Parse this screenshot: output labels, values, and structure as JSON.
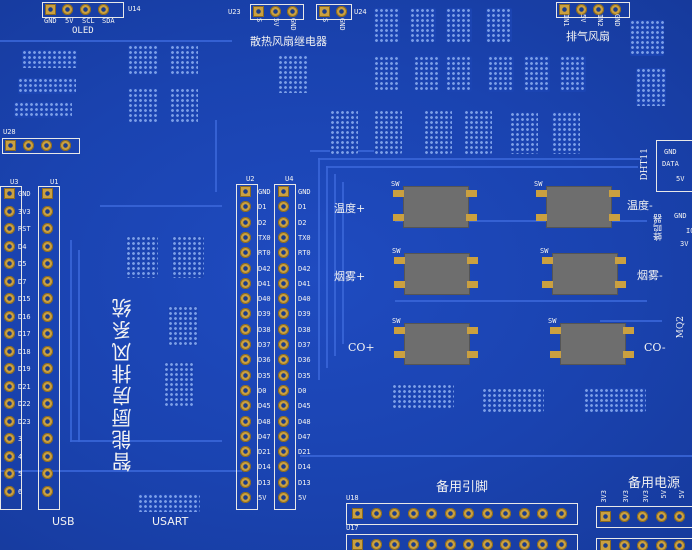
{
  "board": {
    "background": "#1a43b0",
    "silkscreen_color": "#f2f2f2",
    "pad_color": "#caa040",
    "switch_color": "#6e6e6e"
  },
  "labels": {
    "u14": "U14",
    "u14_pins": [
      "GND",
      "5V",
      "SCL",
      "SDA"
    ],
    "oled": "OLED",
    "u23": "U23",
    "u23_pins": [
      "S",
      "5V",
      "GND"
    ],
    "u24": "U24",
    "u24_pins": [
      "S",
      "GND"
    ],
    "fan_relay": "散热风扇继电器",
    "exhaust_fan": "排气风扇",
    "exhaust_pins": [
      "IN1",
      "5V",
      "IN2",
      "GND"
    ],
    "u28": "U28",
    "u3": "U3",
    "u1": "U1",
    "u2": "U2",
    "u4": "U4",
    "left_header_pins": [
      "GND",
      "3V3",
      "RST",
      "D4",
      "D5",
      "D7",
      "D15",
      "D16",
      "D17",
      "D18",
      "D19",
      "D21",
      "D22",
      "D23",
      "3",
      "4",
      "5",
      "6"
    ],
    "center_header_pins": [
      "GND",
      "D1",
      "D2",
      "TX0",
      "RT0",
      "D42",
      "D41",
      "D40",
      "D39",
      "D38",
      "D37",
      "D36",
      "D35",
      "D0",
      "D45",
      "D48",
      "D47",
      "D21",
      "D14",
      "D13",
      "5V"
    ],
    "system_title": "智能厨房排风系统",
    "temp_plus": "温度+",
    "temp_minus": "温度-",
    "smoke_plus": "烟雾+",
    "smoke_minus": "烟雾-",
    "co_plus": "CO+",
    "co_minus": "CO-",
    "sw_label": "SW",
    "dht11": "DHT11",
    "dht_pins": [
      "GND",
      "DATA",
      "5V"
    ],
    "buzzer": "蜂鸣器",
    "buzzer_pins": [
      "GND",
      "IO",
      "3V"
    ],
    "mq2": "MQ2",
    "spare_pins": "备用引脚",
    "spare_power": "备用电源",
    "power_pins": [
      "3V3",
      "3V3",
      "3V3",
      "5V",
      "5V"
    ],
    "u18": "U18",
    "u17": "U17",
    "usb": "USB",
    "usart": "USART"
  }
}
